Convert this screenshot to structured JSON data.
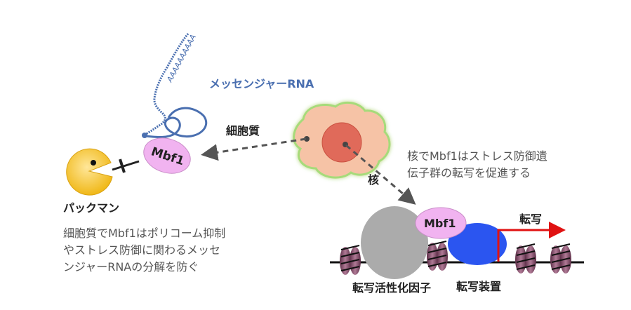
{
  "labels": {
    "mrna": "メッセンジャーRNA",
    "polya": "AAAAAAAAAA",
    "mbf1_cyto": "Mbf1",
    "mbf1_nuc": "Mbf1",
    "pacman": "パックマン",
    "cytoplasm": "細胞質",
    "nucleus": "核",
    "transcription": "転写",
    "activator": "転写活性化因子",
    "machinery": "転写装置"
  },
  "captions": {
    "left": [
      "細胞質でMbf1はポリコーム抑制",
      "やストレス防御に関わるメッセ",
      "ンジャーRNAの分解を防ぐ"
    ],
    "right": [
      "核でMbf1はストレス防御遺",
      "伝子群の転写を促進する"
    ]
  },
  "colors": {
    "mrna": "#4a6fb0",
    "mbf1": "#f1b3f0",
    "pacman": "#f3c324",
    "cell": "#f6c3a6",
    "cell_glow": "#a6db7a",
    "nucleus": "#e06a5a",
    "activator": "#ababab",
    "machinery": "#2b55f0",
    "arrow_transcription": "#e01212",
    "nucleosome": "#8a4d6e"
  }
}
